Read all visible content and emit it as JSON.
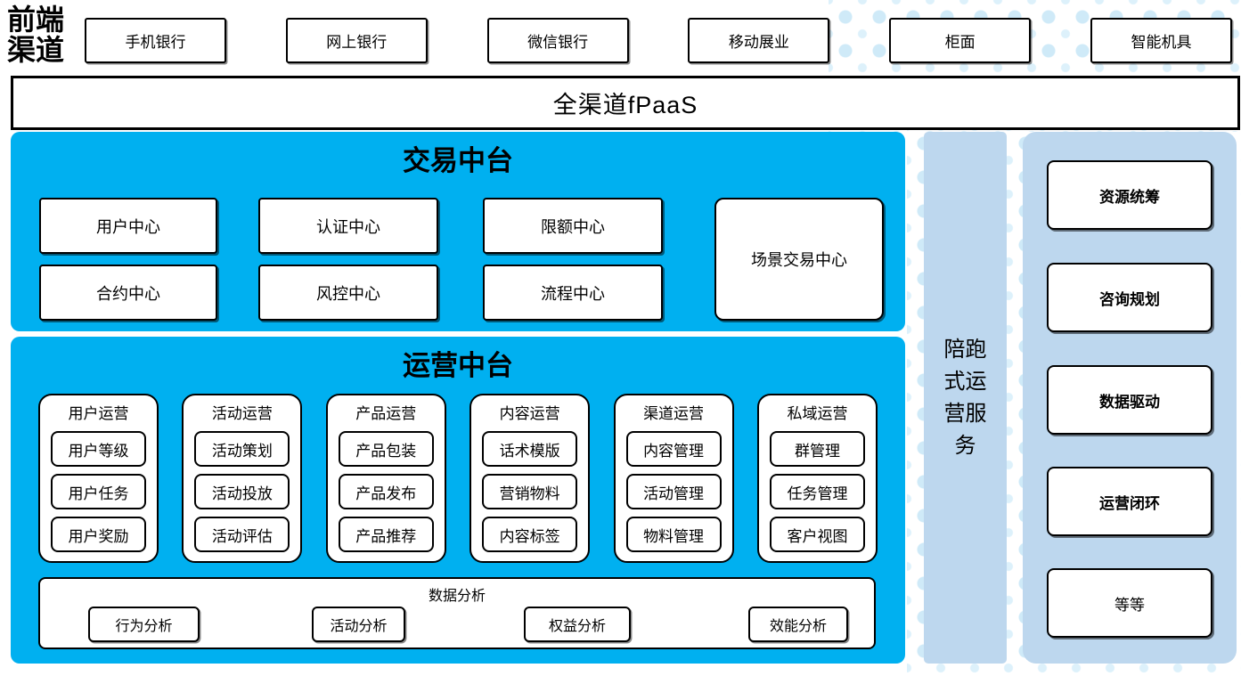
{
  "colors": {
    "accent_blue": "#00B0F0",
    "panel_light_blue": "#BDD7EE",
    "dot_blue": "#CFEAF8",
    "box_border": "#000000"
  },
  "front_channels": {
    "label": "前端渠道",
    "items": [
      "手机银行",
      "网上银行",
      "微信银行",
      "移动展业",
      "柜面",
      "智能机具"
    ]
  },
  "fpaas": {
    "label": "全渠道fPaaS"
  },
  "trade_platform": {
    "title": "交易中台",
    "row1": [
      "用户中心",
      "认证中心",
      "限额中心"
    ],
    "row2": [
      "合约中心",
      "风控中心",
      "流程中心"
    ],
    "scene_box": "场景交易中心"
  },
  "ops_platform": {
    "title": "运营中台",
    "groups": [
      {
        "header": "用户运营",
        "items": [
          "用户等级",
          "用户任务",
          "用户奖励"
        ]
      },
      {
        "header": "活动运营",
        "items": [
          "活动策划",
          "活动投放",
          "活动评估"
        ]
      },
      {
        "header": "产品运营",
        "items": [
          "产品包装",
          "产品发布",
          "产品推荐"
        ]
      },
      {
        "header": "内容运营",
        "items": [
          "话术模版",
          "营销物料",
          "内容标签"
        ]
      },
      {
        "header": "渠道运营",
        "items": [
          "内容管理",
          "活动管理",
          "物料管理"
        ]
      },
      {
        "header": "私域运营",
        "items": [
          "群管理",
          "任务管理",
          "客户视图"
        ]
      }
    ],
    "analysis": {
      "title": "数据分析",
      "items": [
        "行为分析",
        "活动分析",
        "权益分析",
        "效能分析"
      ]
    }
  },
  "companion_service": {
    "label": "陪跑式运营服务"
  },
  "right_panel": {
    "items": [
      "资源统筹",
      "咨询规划",
      "数据驱动",
      "运营闭环",
      "等等"
    ]
  }
}
